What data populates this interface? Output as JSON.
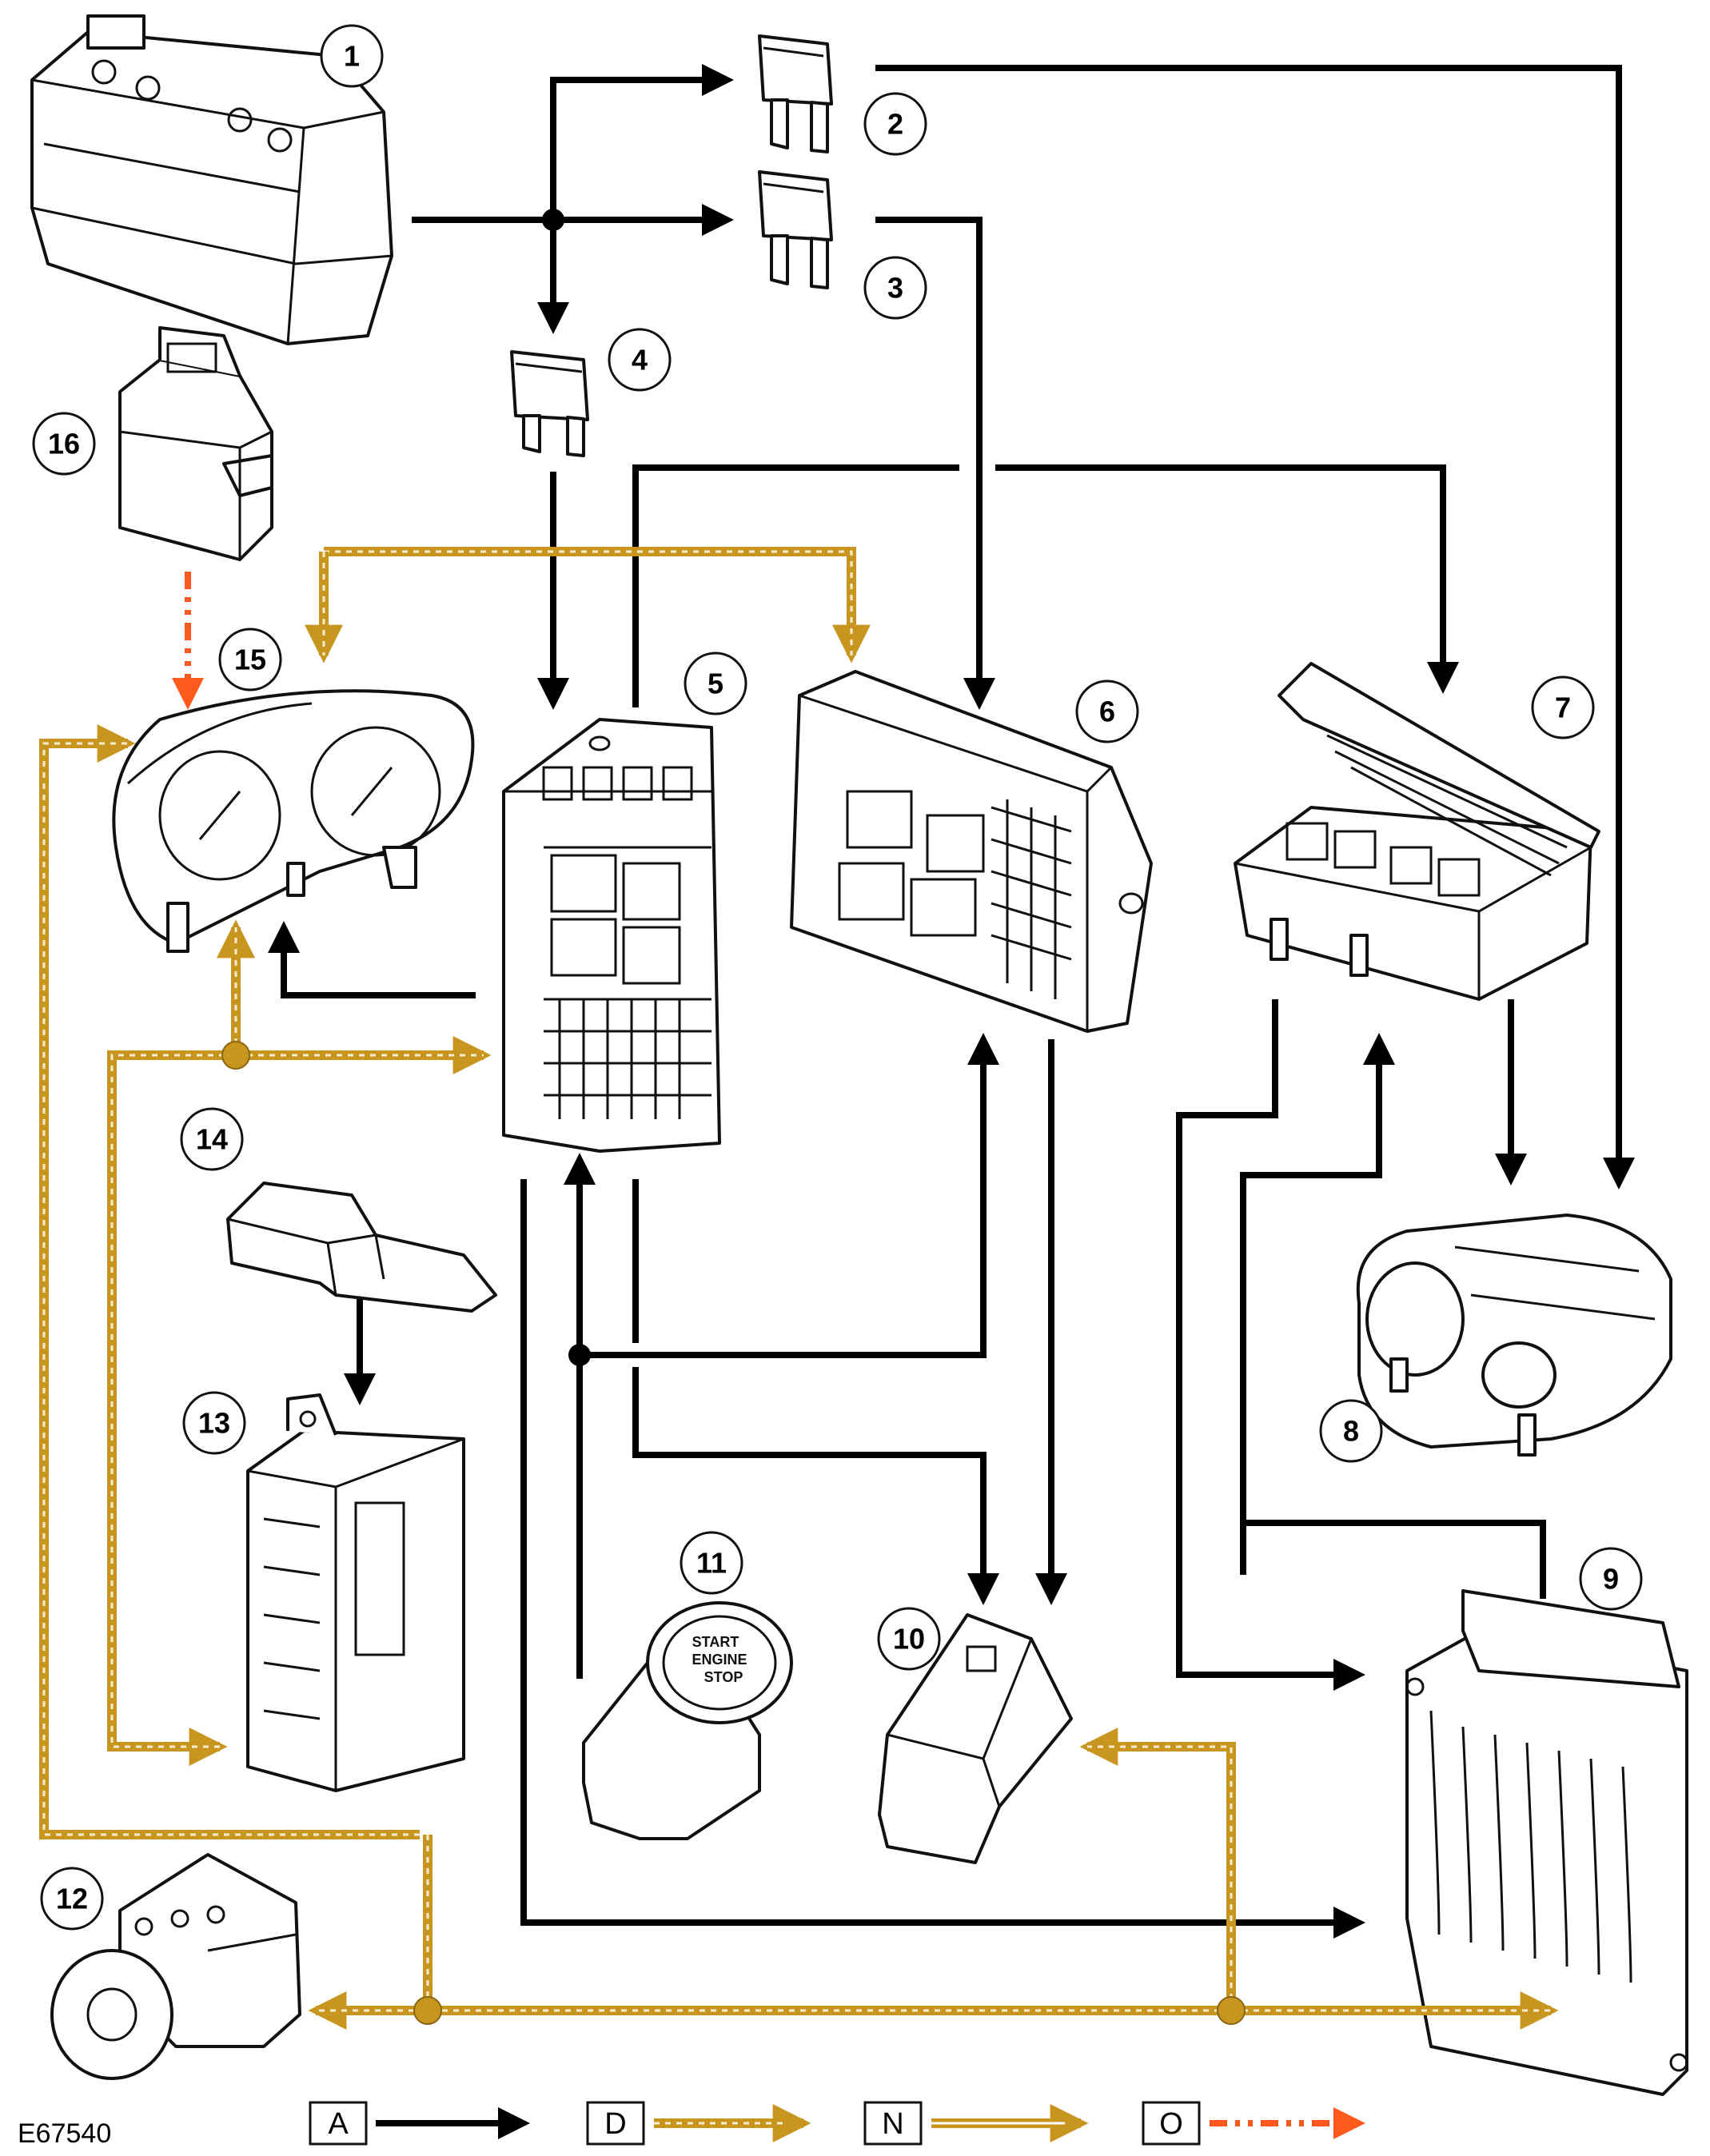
{
  "figure_id": "E67540",
  "components": [
    {
      "num": "1"
    },
    {
      "num": "2"
    },
    {
      "num": "3"
    },
    {
      "num": "4"
    },
    {
      "num": "5"
    },
    {
      "num": "6"
    },
    {
      "num": "7"
    },
    {
      "num": "8"
    },
    {
      "num": "9"
    },
    {
      "num": "10"
    },
    {
      "num": "11"
    },
    {
      "num": "12"
    },
    {
      "num": "13"
    },
    {
      "num": "14"
    },
    {
      "num": "15"
    },
    {
      "num": "16"
    }
  ],
  "start_button": {
    "line1": "START",
    "line2": "ENGINE",
    "line3": "STOP"
  },
  "legend": [
    {
      "key": "A",
      "style": "solid-black"
    },
    {
      "key": "D",
      "style": "dashed-gold"
    },
    {
      "key": "N",
      "style": "gold-with-white-center"
    },
    {
      "key": "O",
      "style": "dash-dot-orange"
    }
  ],
  "colors": {
    "hardwired": "#000000",
    "can_bus": "#c8961e",
    "can_bus_center": "#f6ecd0",
    "serial_data": "#ff5a1e"
  }
}
